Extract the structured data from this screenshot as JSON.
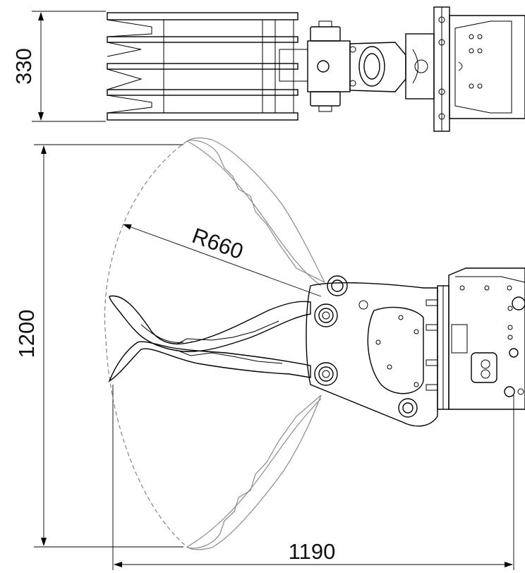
{
  "dimensions": {
    "top_width": "330",
    "height": "1200",
    "radius": "R660",
    "length": "1190"
  }
}
